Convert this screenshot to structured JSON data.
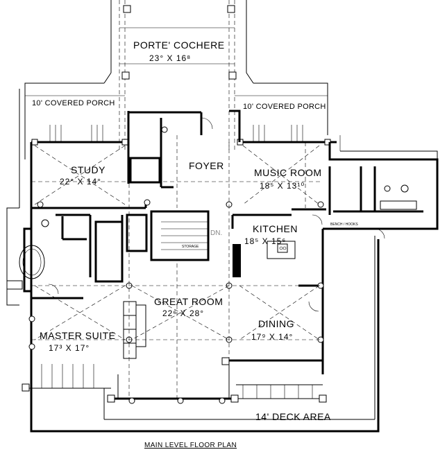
{
  "plan": {
    "porte_cochere": {
      "name": "PORTE' COCHERE",
      "dim": "23° X 16⁸"
    },
    "covered_porch_left": "10' COVERED PORCH",
    "covered_porch_right": "10' COVERED PORCH",
    "study": {
      "name": "STUDY",
      "dim": "22° X 14°"
    },
    "foyer": {
      "name": "FOYER"
    },
    "music_room": {
      "name": "MUSIC ROOM",
      "dim": "18⁵ X 13¹⁰"
    },
    "kitchen": {
      "name": "KITCHEN",
      "dim": "18⁵ X 15⁶"
    },
    "great_room": {
      "name": "GREAT ROOM",
      "dim": "22⁶ X 28°"
    },
    "master_suite": {
      "name": "MASTER SUITE",
      "dim": "17³ X 17°"
    },
    "dining": {
      "name": "DINING",
      "dim": "17⁹ X 14°"
    },
    "deck": "14' DECK AREA",
    "storage": "STORAGE",
    "stair_dn": "DN.",
    "bench_hooks": "BENCH / HOOKS"
  },
  "caption": "MAIN LEVEL FLOOR PLAN"
}
